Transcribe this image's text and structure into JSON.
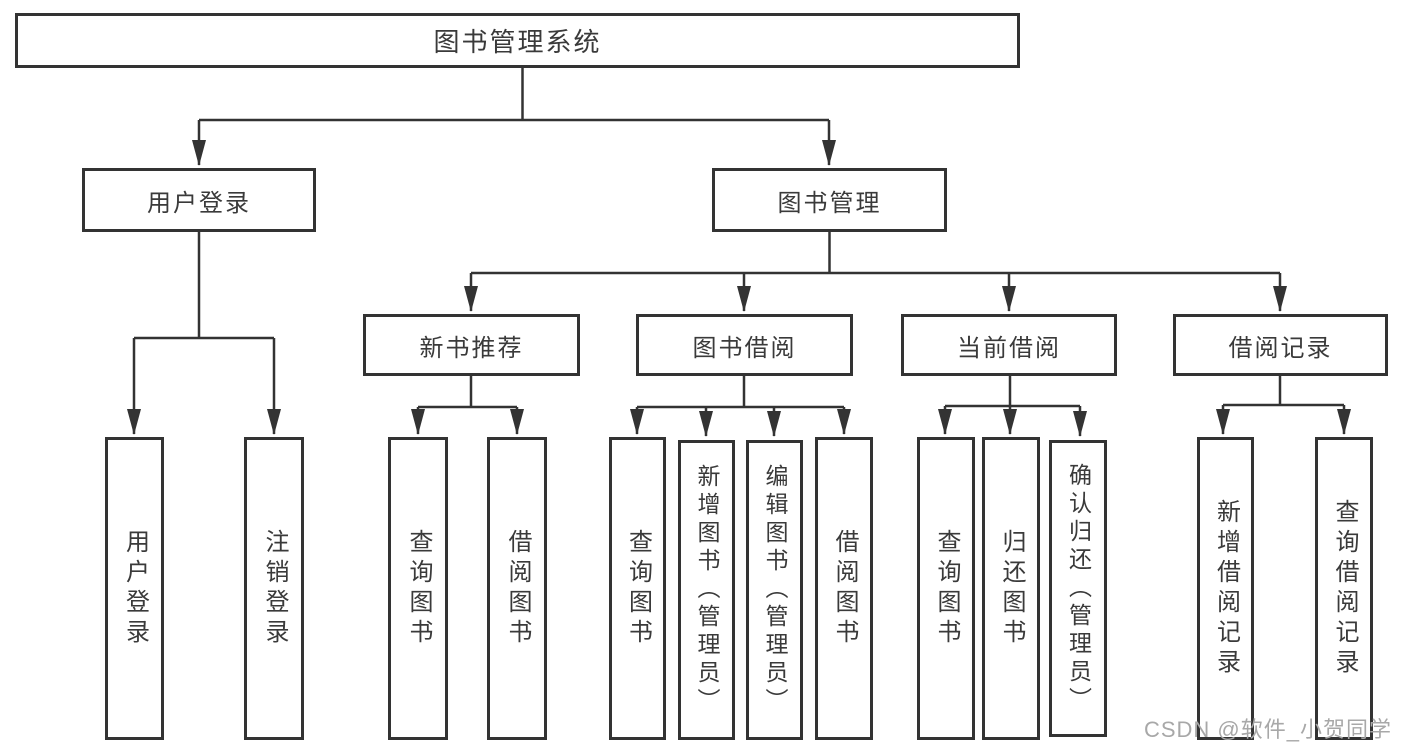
{
  "diagram": {
    "nodes": {
      "root": {
        "label": "图书管理系统"
      },
      "user_login": {
        "label": "用户登录"
      },
      "book_management": {
        "label": "图书管理"
      },
      "sub_user_login": {
        "label": "用户登录"
      },
      "sub_logout": {
        "label": "注销登录"
      },
      "new_book_recommend": {
        "label": "新书推荐"
      },
      "book_borrow": {
        "label": "图书借阅"
      },
      "current_borrow": {
        "label": "当前借阅"
      },
      "borrow_records": {
        "label": "借阅记录"
      },
      "nbr_query_book": {
        "label": "查询图书"
      },
      "nbr_borrow_book": {
        "label": "借阅图书"
      },
      "bb_query_book": {
        "label": "查询图书"
      },
      "bb_add_book": {
        "label": "新增图书（管理员）"
      },
      "bb_edit_book": {
        "label": "编辑图书（管理员）"
      },
      "bb_borrow_book": {
        "label": "借阅图书"
      },
      "cb_query_book": {
        "label": "查询图书"
      },
      "cb_return_book": {
        "label": "归还图书"
      },
      "cb_confirm_return": {
        "label": "确认归还（管理员）"
      },
      "br_add_record": {
        "label": "新增借阅记录"
      },
      "br_query_record": {
        "label": "查询借阅记录"
      }
    },
    "edges": [
      [
        "root",
        "user_login"
      ],
      [
        "root",
        "book_management"
      ],
      [
        "user_login",
        "sub_user_login"
      ],
      [
        "user_login",
        "sub_logout"
      ],
      [
        "book_management",
        "new_book_recommend"
      ],
      [
        "book_management",
        "book_borrow"
      ],
      [
        "book_management",
        "current_borrow"
      ],
      [
        "book_management",
        "borrow_records"
      ],
      [
        "new_book_recommend",
        "nbr_query_book"
      ],
      [
        "new_book_recommend",
        "nbr_borrow_book"
      ],
      [
        "book_borrow",
        "bb_query_book"
      ],
      [
        "book_borrow",
        "bb_add_book"
      ],
      [
        "book_borrow",
        "bb_edit_book"
      ],
      [
        "book_borrow",
        "bb_borrow_book"
      ],
      [
        "current_borrow",
        "cb_query_book"
      ],
      [
        "current_borrow",
        "cb_return_book"
      ],
      [
        "current_borrow",
        "cb_confirm_return"
      ],
      [
        "borrow_records",
        "br_add_record"
      ],
      [
        "borrow_records",
        "br_query_record"
      ]
    ],
    "colors": {
      "line": "#333333",
      "border": "#333333",
      "text": "#3a3a3a",
      "background": "#ffffff"
    }
  },
  "watermark": {
    "text": "CSDN @软件_小贺同学",
    "color": "#a8a8a8"
  }
}
